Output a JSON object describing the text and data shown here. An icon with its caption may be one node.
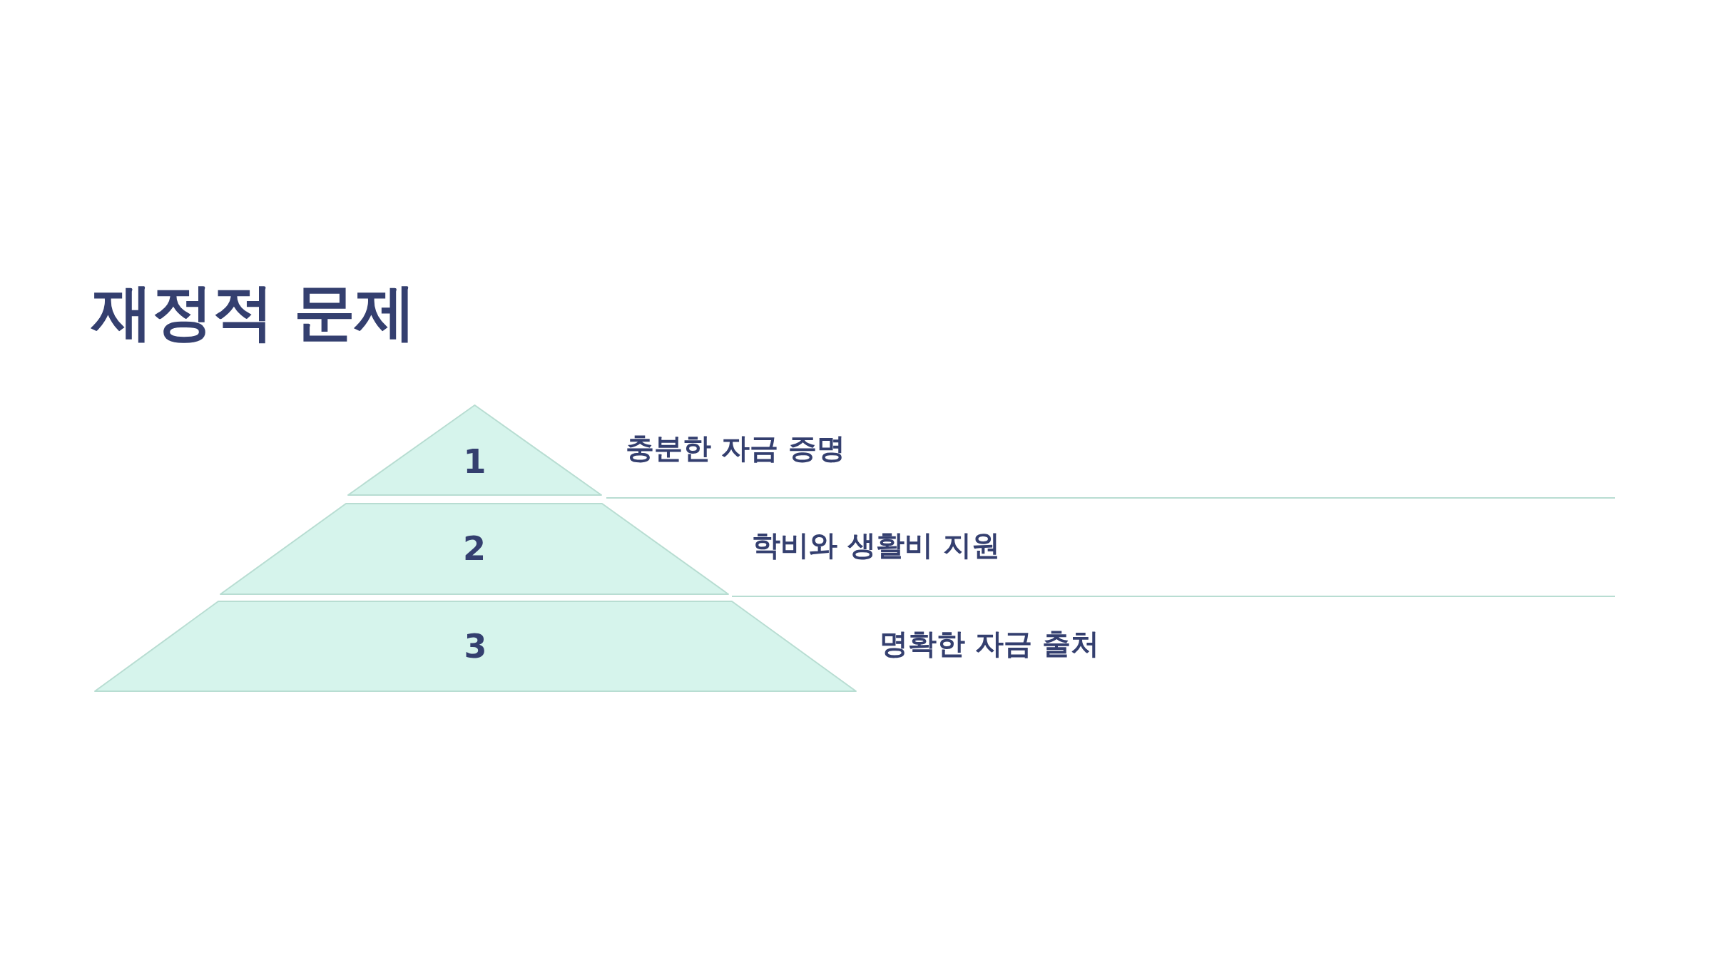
{
  "diagram": {
    "title": "재정적 문제",
    "nodes": [
      {
        "text": [
          "1"
        ],
        "beside": [
          "충분한 자금 증명"
        ]
      },
      {
        "text": [
          "2"
        ],
        "beside": [
          "학비와 생활비 지원"
        ]
      },
      {
        "text": [
          "3"
        ],
        "beside": [
          "명확한 자금 출처"
        ]
      }
    ]
  }
}
